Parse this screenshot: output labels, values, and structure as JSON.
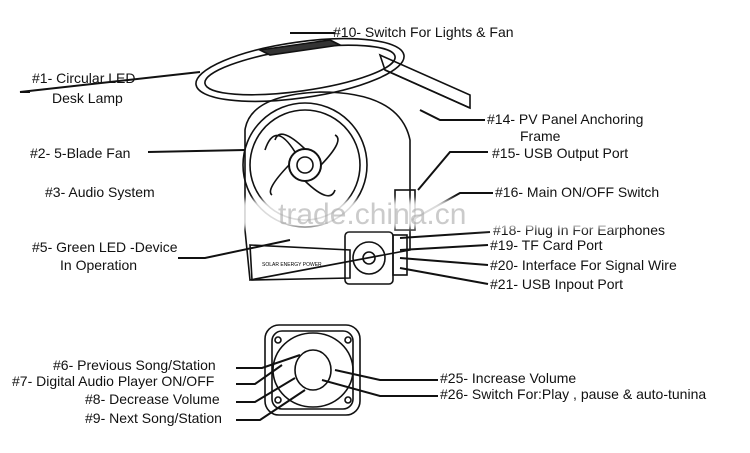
{
  "labels": {
    "l10": "#10- Switch For Lights & Fan",
    "l1a": "#1- Circular LED",
    "l1b": "Desk Lamp",
    "l14a": "#14- PV Panel Anchoring",
    "l14b": "Frame",
    "l15": "#15- USB Output Port",
    "l2": "#2- 5-Blade Fan",
    "l3": "#3- Audio System",
    "l16": "#16- Main ON/OFF Switch",
    "l18": "#18- Plug In For Earphones",
    "l19": "#19- TF Card Port",
    "l5a": "#5- Green LED -Device",
    "l5b": "In Operation",
    "l20": "#20- Interface For Signal Wire",
    "l21": "#21- USB Inpout Port",
    "l6": "#6- Previous Song/Station",
    "l7": "#7- Digital Audio Player ON/OFF",
    "l8": "#8- Decrease Volume",
    "l9": "#9- Next Song/Station",
    "l25": "#25- Increase Volume",
    "l26": "#26- Switch For:Play , pause & auto-tunina"
  },
  "device_print": "SOLAR ENERGY POWER",
  "watermark": "trade.china.cn"
}
